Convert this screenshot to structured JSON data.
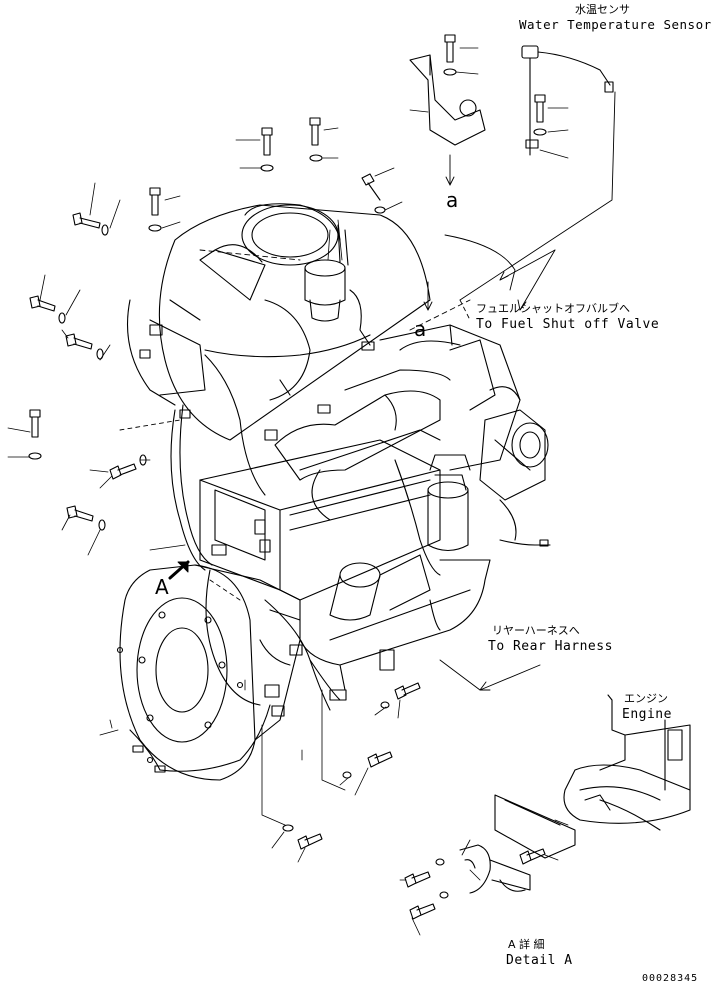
{
  "labels": {
    "water_temp_jp": "水温センサ",
    "water_temp_en": "Water Temperature Sensor",
    "fuel_shutoff_jp": "フュエルシャットオフバルブへ",
    "fuel_shutoff_en": "To Fuel Shut off Valve",
    "rear_harness_jp": "リヤーハーネスへ",
    "rear_harness_en": "To Rear Harness",
    "engine_jp": "エンジン",
    "engine_en": "Engine",
    "detail_jp": "A 詳 細",
    "detail_en": "Detail A",
    "ref_a_upper": "a",
    "ref_a_lower": "a",
    "view_a": "A",
    "drawing_number": "00028345"
  },
  "colors": {
    "line": "#000000",
    "background": "#ffffff"
  }
}
